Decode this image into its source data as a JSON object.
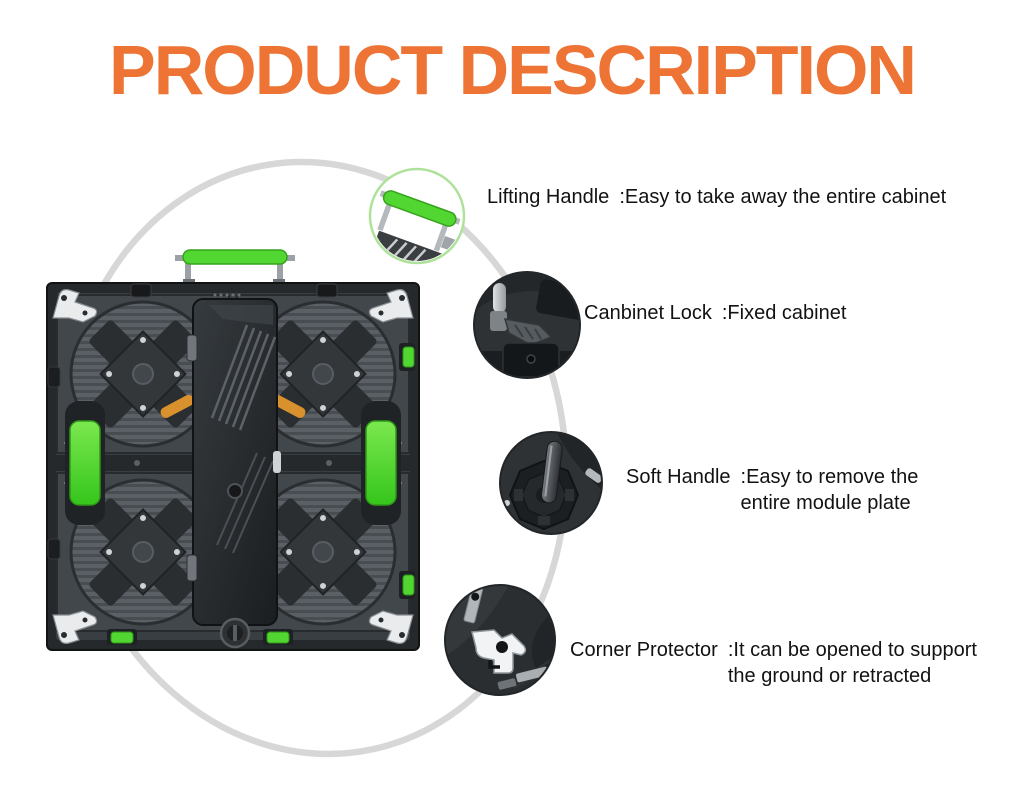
{
  "title": {
    "text": "PRODUCT DESCRIPTION"
  },
  "theme": {
    "title_orange": "#ed7435",
    "accent_green": "#52d632",
    "pale_green_ring": "#aee29b",
    "connector_gray": "#d7d7d7",
    "text_black": "#121212",
    "dark_circle": "#2e3234"
  },
  "callouts": [
    {
      "label": "Lifting Handle",
      "description": ":Easy to take away the entire cabinet"
    },
    {
      "label": "Canbinet Lock",
      "description": ":Fixed cabinet"
    },
    {
      "label": "Soft Handle",
      "description": ":Easy to remove the entire module plate"
    },
    {
      "label": "Corner Protector",
      "description": ":It can be opened to support the ground or retracted"
    }
  ],
  "illustrations": {
    "product_image": "led-cabinet-rear-view",
    "zoom_circles": [
      "lifting-handle-closeup",
      "cabinet-lock-closeup",
      "soft-handle-closeup",
      "corner-protector-closeup"
    ]
  }
}
